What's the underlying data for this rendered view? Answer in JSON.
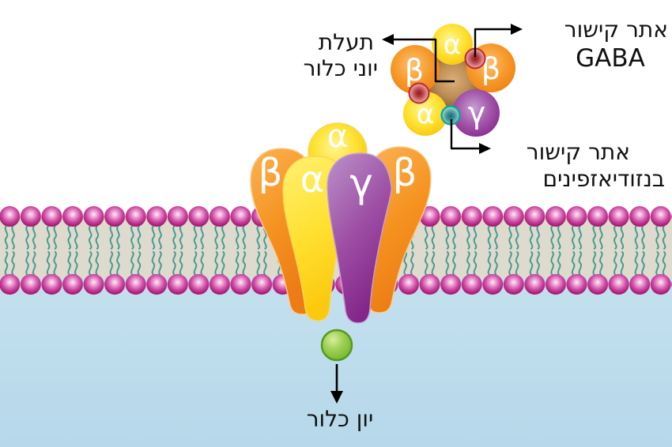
{
  "diagram": {
    "description": "GABA-A receptor in cell membrane with chloride channel, Hebrew labels"
  },
  "labels": {
    "gaba_binding_site": {
      "line1": "אתר קישור",
      "line2": "GABA"
    },
    "chloride_channel": {
      "line1": "תעלת",
      "line2": "יוני כלור"
    },
    "benzodiazepine_site": {
      "line1": "אתר קישור",
      "line2": "בנזודיאזפינים"
    },
    "chloride_ion": {
      "text": "יון כלור"
    }
  },
  "receptor_side_view": {
    "subunits": [
      {
        "id": "alpha-back",
        "label": "α",
        "color": "#ffdf2b"
      },
      {
        "id": "beta-left",
        "label": "β",
        "color": "#f6921e"
      },
      {
        "id": "beta-right",
        "label": "β",
        "color": "#f6921e"
      },
      {
        "id": "alpha-front",
        "label": "α",
        "color": "#ffdf2b"
      },
      {
        "id": "gamma-front",
        "label": "γ",
        "color": "#93278f"
      }
    ]
  },
  "receptor_top_view": {
    "subunits": [
      {
        "id": "alpha-top",
        "label": "α",
        "color": "#ffdf2b"
      },
      {
        "id": "beta-left",
        "label": "β",
        "color": "#f6921e"
      },
      {
        "id": "beta-right",
        "label": "β",
        "color": "#f6921e"
      },
      {
        "id": "alpha-bottom",
        "label": "α",
        "color": "#ffdf2b"
      },
      {
        "id": "gamma",
        "label": "γ",
        "color": "#93278f"
      }
    ],
    "binding_sites": [
      {
        "id": "gaba-site-1",
        "color": "#c1272d"
      },
      {
        "id": "gaba-site-2",
        "color": "#c1272d"
      },
      {
        "id": "benzodiazepine-site",
        "color": "#00a99d"
      }
    ]
  },
  "colors": {
    "lipid_head": "#b52e8a",
    "lipid_tail": "#3f998d",
    "membrane_interior": "#dedace",
    "intracellular_fluid": "#bedcec",
    "chloride_ion_fill": "#8dc63f",
    "pore": "#c69c6d",
    "arrow": "#000000",
    "background": "#ffffff"
  }
}
